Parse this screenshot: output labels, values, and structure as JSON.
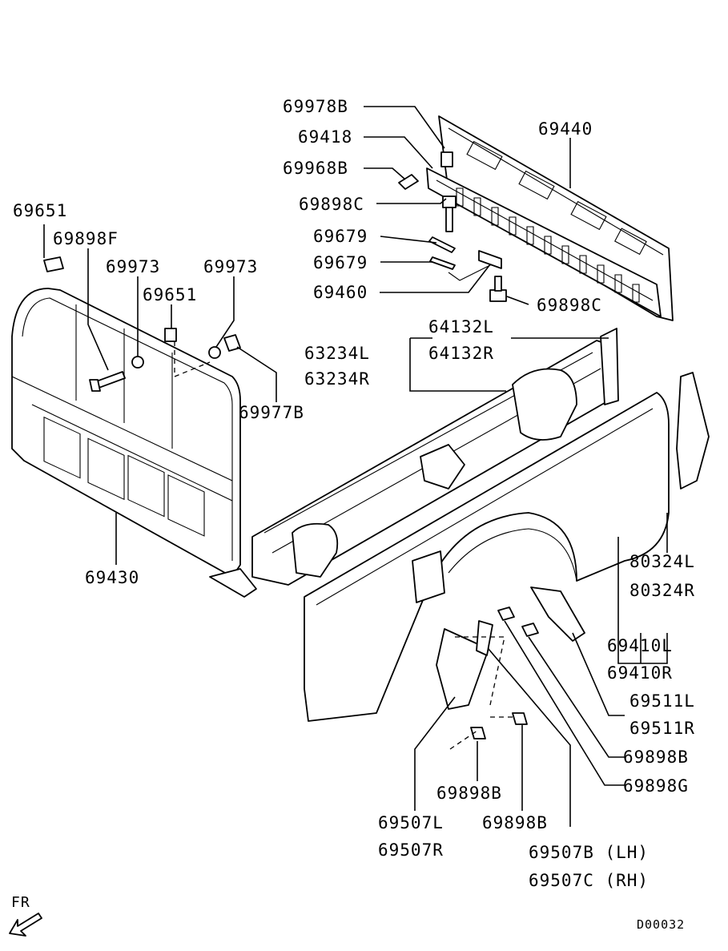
{
  "callouts": {
    "p69978B": "69978B",
    "p69418": "69418",
    "p69440": "69440",
    "p69968B": "69968B",
    "p69898C_top": "69898C",
    "p69679_a": "69679",
    "p69679_b": "69679",
    "p69460": "69460",
    "p69898C_bottom": "69898C",
    "p69651_left": "69651",
    "p69898F": "69898F",
    "p69973_left": "69973",
    "p69973_right": "69973",
    "p69651_mid": "69651",
    "p69977B": "69977B",
    "p64132L": "64132L",
    "p64132R": "64132R",
    "p63234L": "63234L",
    "p63234R": "63234R",
    "p69430": "69430",
    "p80324L": "80324L",
    "p80324R": "80324R",
    "p69410L": "69410L",
    "p69410R": "69410R",
    "p69511L": "69511L",
    "p69511R": "69511R",
    "p69898B_a": "69898B",
    "p69898G": "69898G",
    "p69898B_b": "69898B",
    "p69898B_c": "69898B",
    "p69507L": "69507L",
    "p69507R": "69507R",
    "p69507B": "69507B (LH)",
    "p69507C": "69507C (RH)"
  },
  "front_marker": "FR",
  "diagram_code": "D00032"
}
